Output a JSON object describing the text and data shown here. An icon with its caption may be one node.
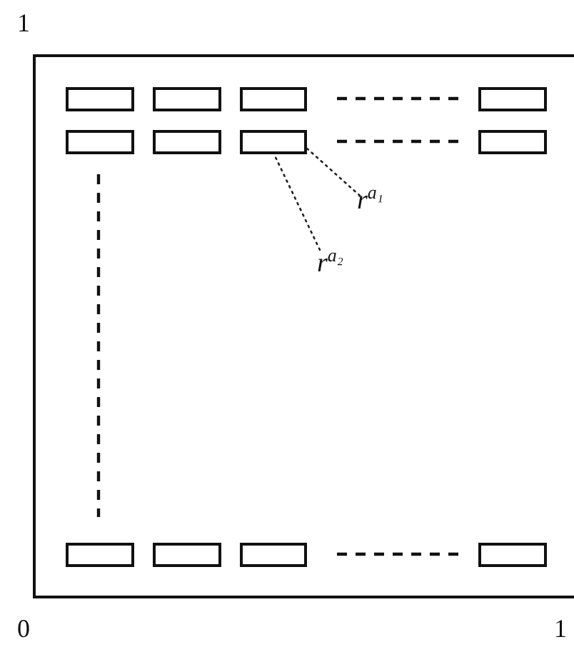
{
  "diagram": {
    "nodes": [
      {
        "text": [],
        "shape": "box"
      },
      {
        "text": [],
        "shape": "box",
        "in": 0
      },
      {
        "text": [],
        "shape": "box",
        "in": 0
      },
      {
        "text": [],
        "shape": "box",
        "in": 0
      },
      {
        "text": [],
        "shape": "box",
        "in": 0
      },
      {
        "text": [],
        "shape": "box",
        "in": 0
      },
      {
        "text": [],
        "shape": "box",
        "in": 0
      },
      {
        "text": [],
        "shape": "box",
        "in": 0
      },
      {
        "text": [],
        "shape": "box",
        "in": 0
      },
      {
        "text": [
          "r$^{a₁}$"
        ],
        "in": 0
      },
      {
        "text": [
          "r$^{a₂}$"
        ],
        "in": 0
      },
      {
        "text": [],
        "shape": "box",
        "in": 0
      },
      {
        "text": [],
        "shape": "box",
        "in": 0
      },
      {
        "text": [],
        "shape": "box",
        "in": 0
      },
      {
        "text": [],
        "shape": "box",
        "in": 0
      }
    ],
    "edges": [
      {
        "from": 9,
        "to": 7,
        "arrow": "none",
        "style": "dashed"
      },
      {
        "from": 10,
        "to": 7,
        "arrow": "none",
        "style": "dashed"
      }
    ],
    "labels": [
      "1",
      "0",
      "1"
    ]
  }
}
